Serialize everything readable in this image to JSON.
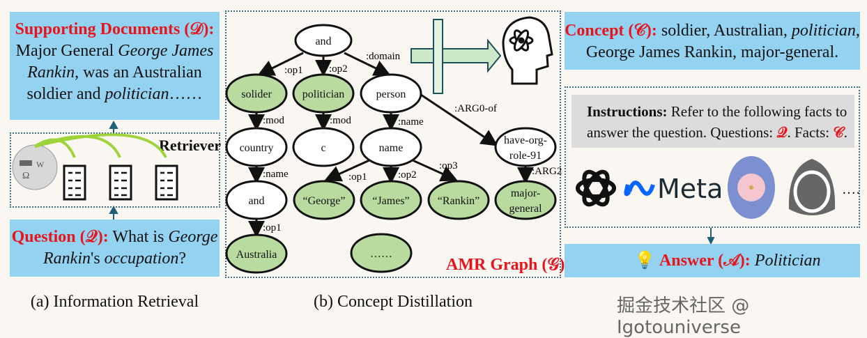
{
  "panel_a": {
    "docs_label": "Supporting Documents (𝒟):",
    "docs_t1": "Major General ",
    "docs_t2": "George James",
    "docs_t3": "Rankin",
    "docs_t4": ", was an Australian",
    "docs_t5": "soldier and ",
    "docs_t6": "politician",
    "docs_t7": "……",
    "retriever_label": "Retriever",
    "question_label": "Question (𝒬):",
    "question_t1": " What is ",
    "question_t2": "George",
    "question_t3": "Rankin",
    "question_t4": "'s ",
    "question_t5": "occupation",
    "question_t6": "?",
    "caption": "(a) Information Retrieval"
  },
  "panel_b": {
    "nodes": [
      "and",
      "solider",
      "politician",
      "person",
      "country",
      "c",
      "name",
      "have-org-",
      "role-91",
      "and",
      "“George”",
      "“James”",
      "“Rankin”",
      "major-",
      "general",
      "Australia",
      "……"
    ],
    "edges": [
      ":op1",
      ":op2",
      ":domain",
      ":mod",
      ":mod",
      ":name",
      ":ARG0-of",
      ":name",
      ":op1",
      ":op2",
      ":op3",
      ":ARG2",
      ":op1"
    ],
    "graph_label": "AMR Graph (𝒢)",
    "caption": "(b) Concept Distillation"
  },
  "panel_c": {
    "concept_label": "Concept (𝒞):",
    "concept_t1": " soldier, Australian, ",
    "concept_t2": "politician",
    "concept_t3": ",",
    "concept_t4": "George James Rankin, major-general.",
    "instr_label": "Instructions:",
    "instr_t1": " Refer to the following facts to",
    "instr_t2": "answer the question. Questions: ",
    "instr_q": "𝒬",
    "instr_t3": ". Facts: ",
    "instr_c": "𝒞",
    "instr_t4": ".",
    "meta_logo": "Meta",
    "more": "……",
    "answer_label": "Answer (𝒜):",
    "answer_value": "Politician",
    "caption_watermark": "掘金技术社区 @ Igotouniverse"
  },
  "colors": {
    "box_blue": "#93d3f1",
    "label_red": "#e8141c",
    "node_green": "#b9dba0",
    "instr_gray": "#dcdcdc"
  }
}
